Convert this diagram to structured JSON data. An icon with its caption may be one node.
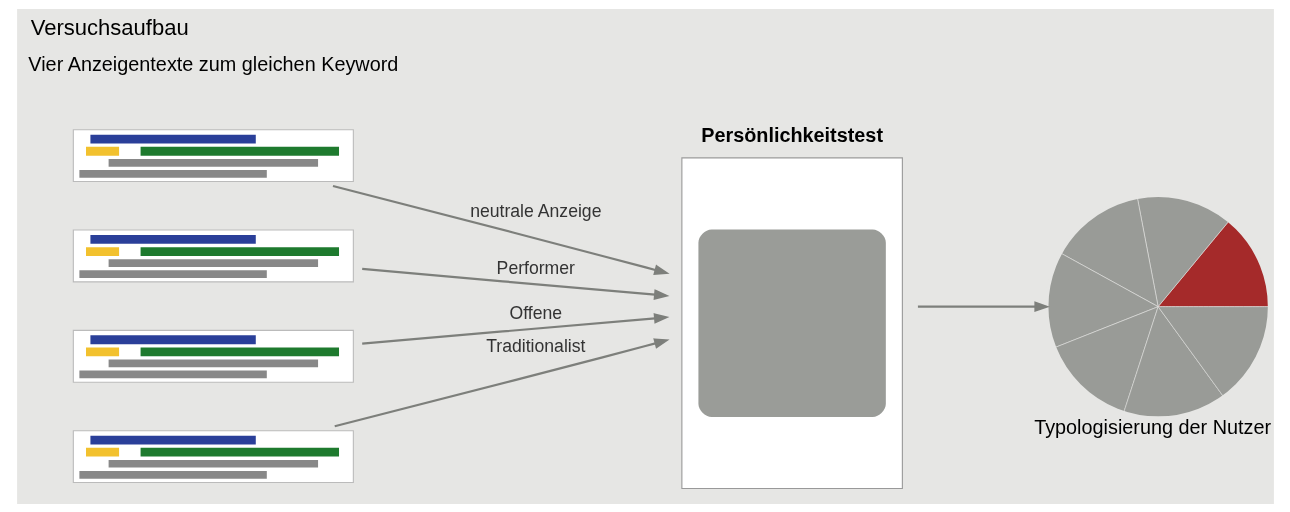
{
  "diagram": {
    "title": "Versuchsaufbau",
    "nodes": [
      {
        "text": [],
        "shape": "box"
      },
      {
        "text": [],
        "shape": "box"
      },
      {
        "text": [],
        "shape": "box"
      },
      {
        "text": [],
        "shape": "box"
      },
      {
        "text": [
          "Persönlichkeitstest"
        ]
      },
      {
        "text": [
          "Typologisierung der Nutzer"
        ]
      }
    ],
    "edges": [
      {
        "from": 0,
        "to": 4,
        "arrow": "to",
        "label": "neutrale Anzeige"
      },
      {
        "from": 1,
        "to": 4,
        "arrow": "to",
        "label": "Performer"
      },
      {
        "from": 2,
        "to": 4,
        "arrow": "to",
        "label": "Offene"
      },
      {
        "from": 3,
        "to": 4,
        "arrow": "to",
        "label": "Traditionalist"
      },
      {
        "from": 4,
        "to": 5,
        "arrow": "to"
      }
    ],
    "labels": [
      "Vier Anzeigentexte zum gleichen Keyword"
    ]
  }
}
